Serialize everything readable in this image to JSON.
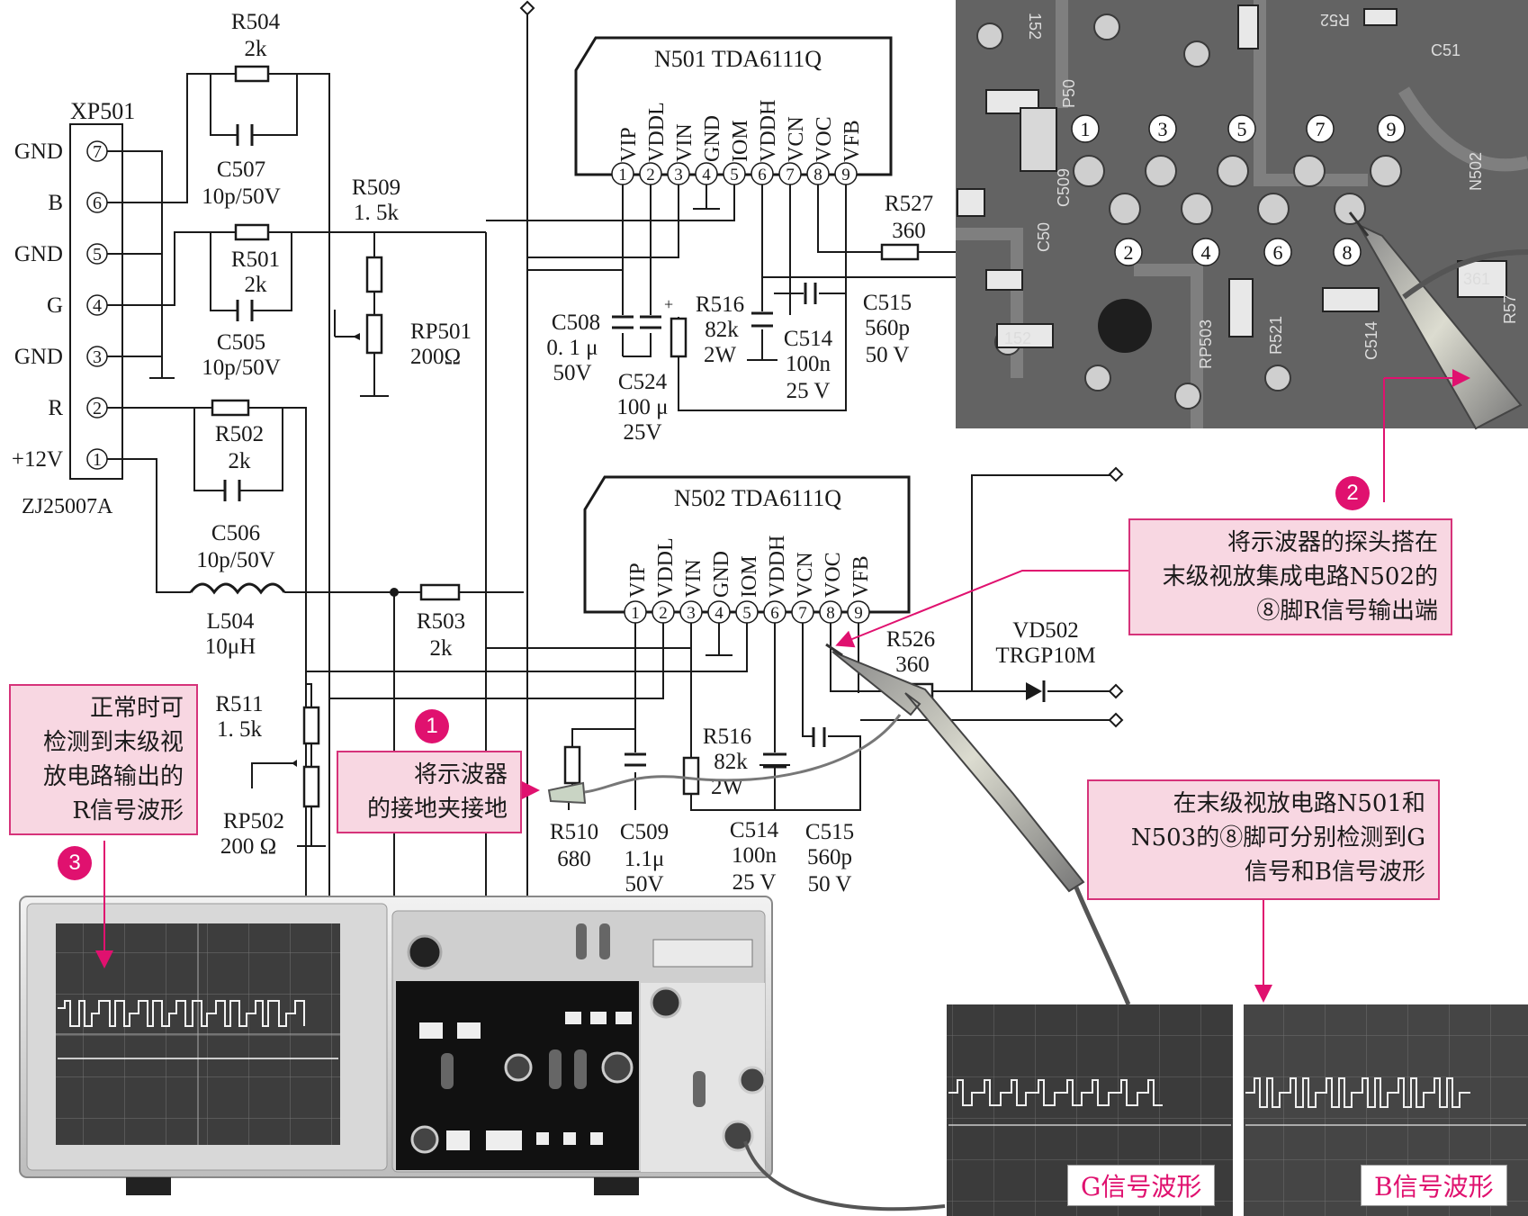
{
  "connector": {
    "ref": "XP501",
    "part": "ZJ25007A",
    "pins": [
      {
        "label": "GND",
        "num": "7"
      },
      {
        "label": "B",
        "num": "6"
      },
      {
        "label": "GND",
        "num": "5"
      },
      {
        "label": "G",
        "num": "4"
      },
      {
        "label": "GND",
        "num": "3"
      },
      {
        "label": "R",
        "num": "2"
      },
      {
        "label": "+12V",
        "num": "1"
      }
    ]
  },
  "components": {
    "R504": {
      "ref": "R504",
      "value": "2k"
    },
    "C507": {
      "ref": "C507",
      "value": "10p/50V"
    },
    "R501": {
      "ref": "R501",
      "value": "2k"
    },
    "C505": {
      "ref": "C505",
      "value": "10p/50V"
    },
    "R502": {
      "ref": "R502",
      "value": "2k"
    },
    "C506": {
      "ref": "C506",
      "value": "10p/50V"
    },
    "L504": {
      "ref": "L504",
      "value": "10μH"
    },
    "R509": {
      "ref": "R509",
      "value": "1. 5k"
    },
    "RP501": {
      "ref": "RP501",
      "value": "200Ω"
    },
    "R503": {
      "ref": "R503",
      "value": "2k"
    },
    "R511": {
      "ref": "R511",
      "value": "1. 5k"
    },
    "RP502": {
      "ref": "RP502",
      "value": "200 Ω"
    },
    "C508": {
      "ref": "C508",
      "value1": "0. 1 μ",
      "value2": "50V"
    },
    "C524": {
      "ref": "C524",
      "value1": "100 μ",
      "value2": "25V"
    },
    "R516a": {
      "ref": "R516",
      "value1": "82k",
      "value2": "2W"
    },
    "C514a": {
      "ref": "C514",
      "value1": "100n",
      "value2": "25 V"
    },
    "C515a": {
      "ref": "C515",
      "value1": "560p",
      "value2": "50 V"
    },
    "R527": {
      "ref": "R527",
      "value": "360"
    },
    "R526": {
      "ref": "R526",
      "value": "360"
    },
    "VD502": {
      "ref": "VD502",
      "value": "TRGP10M"
    },
    "R516b": {
      "ref": "R516",
      "value1": "82k",
      "value2": "2W"
    },
    "R510": {
      "ref": "R510",
      "value": "680"
    },
    "C509": {
      "ref": "C509",
      "value1": "1.1μ",
      "value2": "50V"
    },
    "C514b": {
      "ref": "C514",
      "value1": "100n",
      "value2": "25 V"
    },
    "C515b": {
      "ref": "C515",
      "value1": "560p",
      "value2": "50 V"
    }
  },
  "ic1": {
    "title": "N501  TDA6111Q",
    "pin_names": [
      "VIP",
      "VDDL",
      "VIN",
      "GND",
      "IOM",
      "VDDH",
      "VCN",
      "VOC",
      "VFB"
    ],
    "pin_nums": [
      "1",
      "2",
      "3",
      "4",
      "5",
      "6",
      "7",
      "8",
      "9"
    ]
  },
  "ic2": {
    "title": "N502  TDA6111Q",
    "pin_names": [
      "VIP",
      "VDDL",
      "VIN",
      "GND",
      "IOM",
      "VDDH",
      "VCN",
      "VOC",
      "VFB"
    ],
    "pin_nums": [
      "1",
      "2",
      "3",
      "4",
      "5",
      "6",
      "7",
      "8",
      "9"
    ]
  },
  "photo": {
    "pcb_marks": [
      "152",
      "R52",
      "C51",
      "P50",
      "N502",
      "C50",
      "C509",
      "RP503",
      "R521",
      "C514",
      "152",
      "361",
      "R57"
    ],
    "pin_markers": [
      "1",
      "3",
      "5",
      "7",
      "9",
      "2",
      "4",
      "6",
      "8"
    ]
  },
  "callouts": {
    "c1": {
      "num": "1",
      "lines": [
        "将示波器",
        "的接地夹接地"
      ]
    },
    "c2": {
      "num": "2",
      "lines": [
        "将示波器的探头搭在",
        "末级视放集成电路N502的",
        "⑧脚R信号输出端"
      ]
    },
    "c3": {
      "num": "3",
      "lines": [
        "正常时可",
        "检测到末级视",
        "放电路输出的",
        "R信号波形"
      ]
    },
    "c4": {
      "lines": [
        "在末级视放电路N501和",
        "N503的⑧脚可分别检测到G",
        "信号和B信号波形"
      ]
    }
  },
  "waveforms": {
    "g_caption": "G信号波形",
    "b_caption": "B信号波形"
  },
  "colors": {
    "accent": "#e0116f",
    "callout_fill": "#f8d7e2",
    "line": "#1a1a1a",
    "scope_body": "#d8d8d8",
    "screen": "#3a3a3a"
  }
}
